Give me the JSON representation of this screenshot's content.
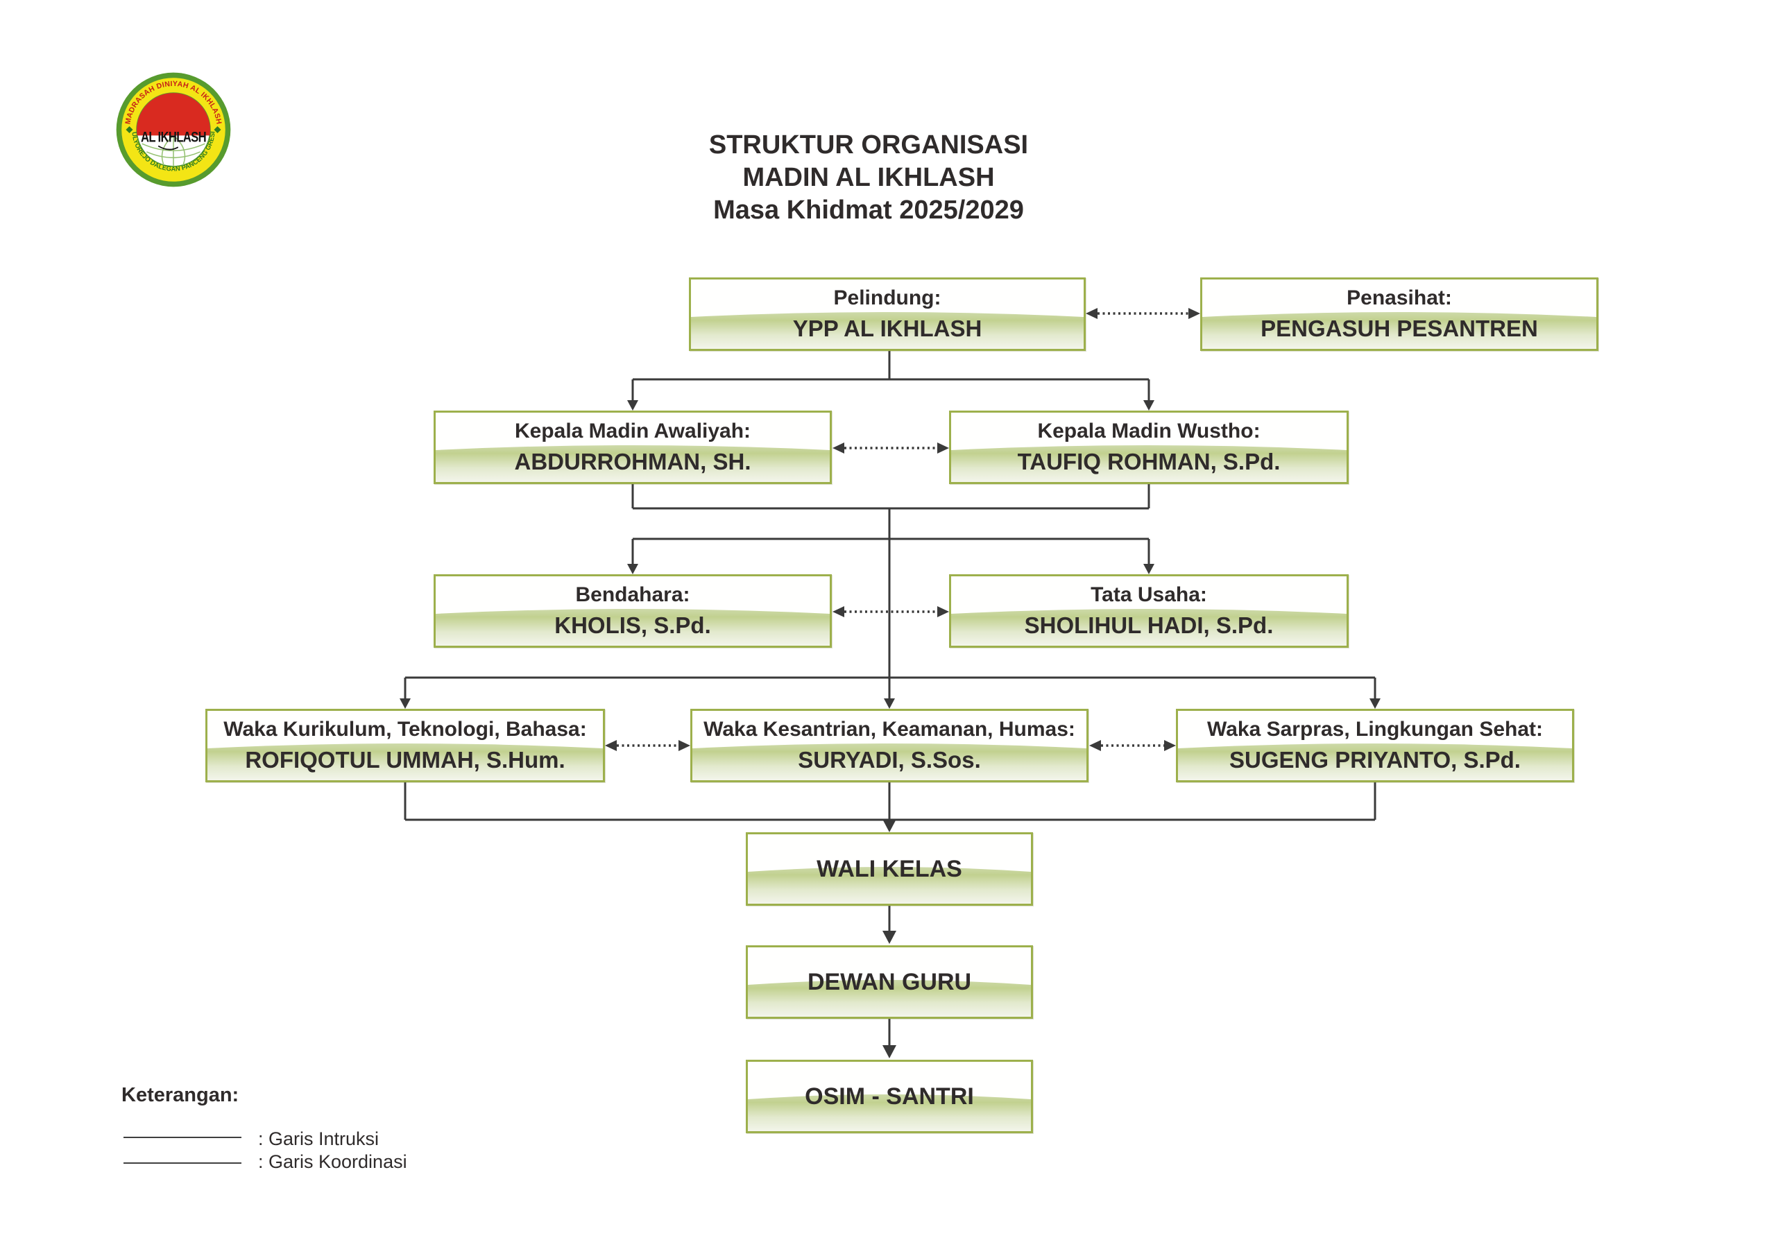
{
  "header": {
    "title_line1": "STRUKTUR ORGANISASI",
    "title_line2": "MADIN AL IKHLASH",
    "title_line3": "Masa Khidmat 2025/2029"
  },
  "logo": {
    "top_text": "MADRASAH DINIYAH AL IKHLASH",
    "bottom_text": "MULYOREJO DALEGAN PANCENG GRESIK",
    "center_text": "AL IKHLASH",
    "colors": {
      "outer_ring": "#579b2e",
      "band": "#f3e515",
      "top_half": "#d92a20",
      "top_text": "#c62017",
      "bottom_text": "#2e7d1f"
    }
  },
  "nodes": {
    "pelindung": {
      "role": "Pelindung:",
      "name": "YPP AL IKHLASH"
    },
    "penasihat": {
      "role": "Penasihat:",
      "name": "PENGASUH PESANTREN"
    },
    "kepala_awaliyah": {
      "role": "Kepala Madin Awaliyah:",
      "name": "ABDURROHMAN, SH."
    },
    "kepala_wustho": {
      "role": "Kepala Madin Wustho:",
      "name": "TAUFIQ ROHMAN, S.Pd."
    },
    "bendahara": {
      "role": "Bendahara:",
      "name": "KHOLIS, S.Pd."
    },
    "tata_usaha": {
      "role": "Tata Usaha:",
      "name": "SHOLIHUL HADI, S.Pd."
    },
    "waka_kurikulum": {
      "role": "Waka Kurikulum, Teknologi, Bahasa:",
      "name": "ROFIQOTUL UMMAH, S.Hum."
    },
    "waka_kesantrian": {
      "role": "Waka Kesantrian, Keamanan, Humas:",
      "name": "SURYADI, S.Sos."
    },
    "waka_sarpras": {
      "role": "Waka Sarpras, Lingkungan Sehat:",
      "name": "SUGENG PRIYANTO, S.Pd."
    },
    "wali_kelas": {
      "name": "WALI KELAS"
    },
    "dewan_guru": {
      "name": "DEWAN GURU"
    },
    "osim_santri": {
      "name": "OSIM - SANTRI"
    }
  },
  "relations": {
    "instruction_edges": [
      "pelindung -> kepala_awaliyah",
      "pelindung -> kepala_wustho",
      "kepala_madin -> bendahara",
      "kepala_madin -> tata_usaha",
      "kepala_madin -> waka_kurikulum",
      "kepala_madin -> waka_kesantrian",
      "kepala_madin -> waka_sarpras",
      "waka -> wali_kelas",
      "wali_kelas -> dewan_guru",
      "dewan_guru -> osim_santri"
    ],
    "coordination_edges": [
      "pelindung <-> penasihat",
      "kepala_awaliyah <-> kepala_wustho",
      "bendahara <-> tata_usaha",
      "waka_kurikulum <-> waka_kesantrian",
      "waka_kesantrian <-> waka_sarpras"
    ]
  },
  "legend": {
    "heading": "Keterangan:",
    "items": [
      {
        "line_style": "solid",
        "label": ": Garis Intruksi"
      },
      {
        "line_style": "solid",
        "label": ": Garis Koordinasi"
      }
    ]
  },
  "colors": {
    "box_border": "#9db04c",
    "box_fill_green": "#c2d190",
    "box_fill_light": "#f3f5eb",
    "connector_line": "#3a3a3a",
    "text": "#2f2b2b"
  }
}
